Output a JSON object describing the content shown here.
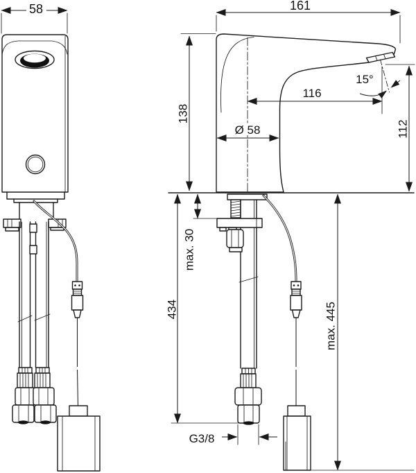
{
  "drawing": {
    "dims": {
      "front_width": "58",
      "side_length": "161",
      "body_height": "138",
      "spout_reach": "116",
      "spout_angle": "15°",
      "base_diameter": "Ø 58",
      "outlet_height": "112",
      "deck_max": "max. 30",
      "hose_length": "434",
      "cable_max": "max. 445",
      "thread": "G3/8"
    },
    "colors": {
      "line": "#1a1a1a",
      "dark_fill": "#111111",
      "background": "#ffffff"
    }
  }
}
